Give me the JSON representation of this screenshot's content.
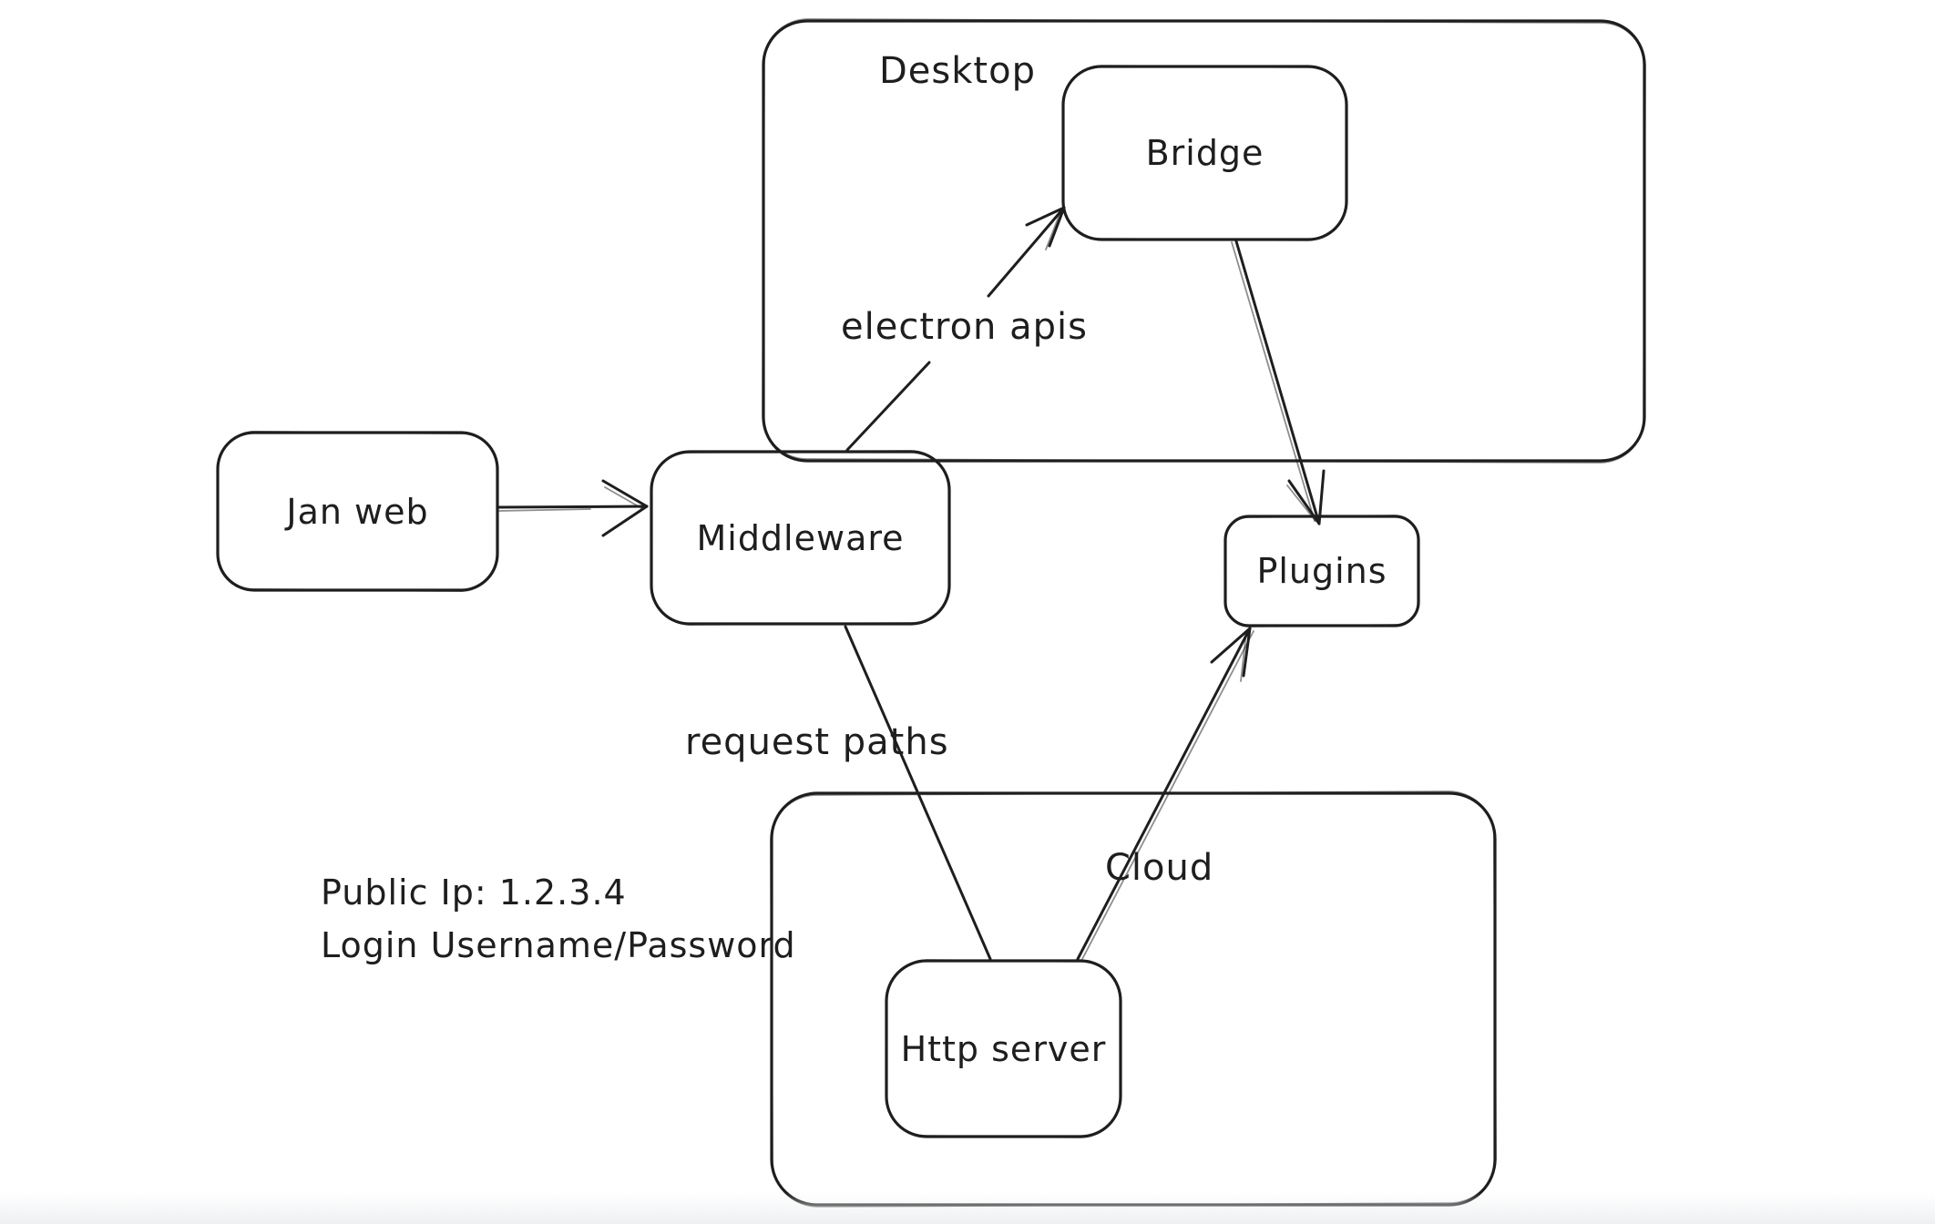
{
  "canvas": {
    "background_color": "#ffffff",
    "stroke_color": "#1e1e1e"
  },
  "containers": [
    {
      "label": "Desktop"
    },
    {
      "label": "Cloud"
    }
  ],
  "nodes": [
    {
      "label": "Jan web"
    },
    {
      "label": "Middleware"
    },
    {
      "label": "Bridge"
    },
    {
      "label": "Plugins"
    },
    {
      "label": "Http server"
    }
  ],
  "edges": [
    {
      "from": "Jan web",
      "to": "Middleware",
      "label": ""
    },
    {
      "from": "Middleware",
      "to": "Bridge",
      "label": "electron apis"
    },
    {
      "from": "Bridge",
      "to": "Plugins",
      "label": ""
    },
    {
      "from": "Middleware",
      "to": "Http server",
      "label": "request paths"
    },
    {
      "from": "Http server",
      "to": "Plugins",
      "label": ""
    }
  ],
  "annotations": [
    {
      "text": "Public Ip: 1.2.3.4"
    },
    {
      "text": "Login Username/Password"
    }
  ]
}
